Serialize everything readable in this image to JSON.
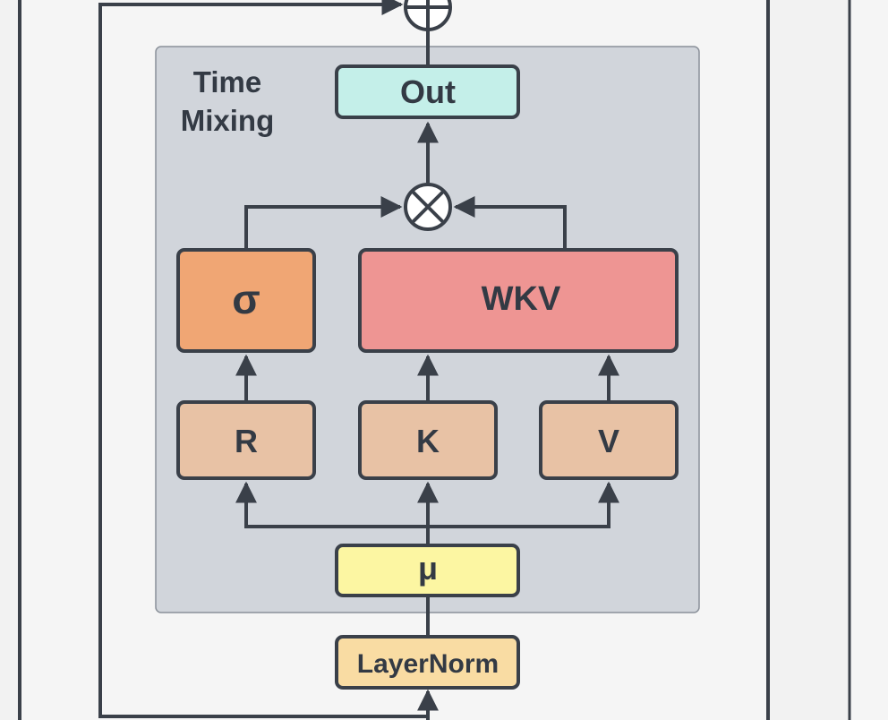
{
  "diagram": {
    "group_title_line1": "Time",
    "group_title_line2": "Mixing",
    "nodes": {
      "out": "Out",
      "sigma": "σ",
      "wkv": "WKV",
      "r": "R",
      "k": "K",
      "v": "V",
      "mu": "μ",
      "layernorm": "LayerNorm"
    },
    "operators": {
      "top_op": "add",
      "mix_op": "multiply"
    }
  },
  "colors": {
    "background": "#f2f2f2",
    "outer_frame": "#f5f5f5",
    "group_bg": "#d1d5db",
    "stroke": "#3a4049",
    "out_fill": "#c4efe9",
    "sigma_fill": "#f0a674",
    "wkv_fill": "#ee9593",
    "rkv_fill": "#e8c2a5",
    "mu_fill": "#fcf6a2",
    "layernorm_fill": "#f9dca3"
  }
}
